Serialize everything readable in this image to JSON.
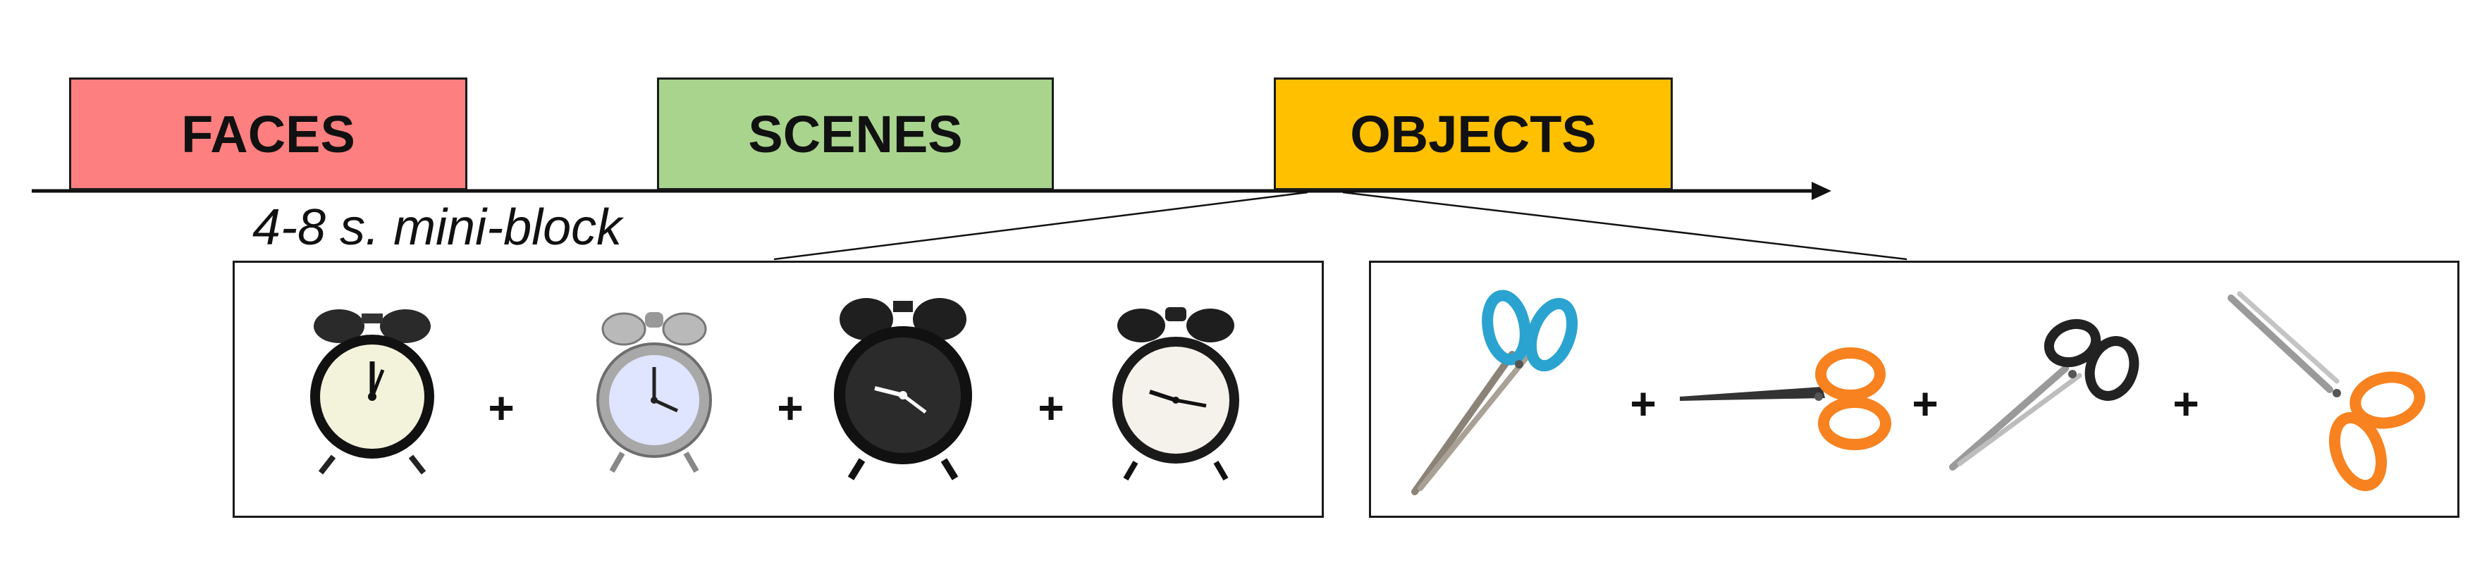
{
  "timeline": {
    "blocks": [
      {
        "label": "FACES",
        "color": "#fe7f7f"
      },
      {
        "label": "SCENES",
        "color": "#a9d48e"
      },
      {
        "label": "OBJECTS",
        "color": "#ffc000"
      }
    ],
    "caption": "4-8 s. mini-block"
  },
  "mini_blocks": [
    {
      "stimuli": [
        "alarm-clock-icon",
        "alarm-clock-icon",
        "alarm-clock-icon",
        "alarm-clock-icon"
      ],
      "separator": "+"
    },
    {
      "stimuli": [
        "scissors-icon",
        "scissors-icon",
        "scissors-icon",
        "scissors-icon"
      ],
      "separator": "+"
    }
  ]
}
